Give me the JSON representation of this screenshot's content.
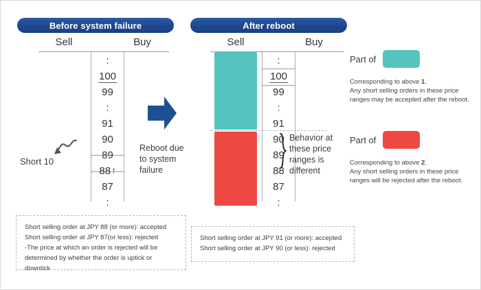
{
  "panels": {
    "before": {
      "title": "Before system failure",
      "columns": {
        "sell": "Sell",
        "buy": "Buy"
      },
      "ladder": [
        {
          "value": ":",
          "type": "dots"
        },
        {
          "value": "100",
          "type": "underlined"
        },
        {
          "value": "99",
          "type": "price"
        },
        {
          "value": ":",
          "type": "dots"
        },
        {
          "value": "91",
          "type": "price"
        },
        {
          "value": "90",
          "type": "price"
        },
        {
          "value": "89",
          "type": "price"
        },
        {
          "value": "88",
          "type": "price-uptick"
        },
        {
          "value": "87",
          "type": "price"
        },
        {
          "value": ":",
          "type": "dots"
        }
      ],
      "uptick_marker": "↑",
      "annotation": "Short 10"
    },
    "after": {
      "title": "After reboot",
      "columns": {
        "sell": "Sell",
        "buy": "Buy"
      },
      "ladder": [
        {
          "value": ":",
          "type": "dots"
        },
        {
          "value": "100",
          "type": "underlined"
        },
        {
          "value": "99",
          "type": "price"
        },
        {
          "value": ":",
          "type": "dots"
        },
        {
          "value": "91",
          "type": "price"
        },
        {
          "value": "90",
          "type": "price"
        },
        {
          "value": "89",
          "type": "price"
        },
        {
          "value": "88",
          "type": "price"
        },
        {
          "value": "87",
          "type": "price"
        },
        {
          "value": ":",
          "type": "dots"
        }
      ],
      "behavior_note": "Behavior at these price ranges is different"
    }
  },
  "transition": {
    "arrow_icon": "right-arrow-icon",
    "caption": "Reboot due to system failure"
  },
  "legend": [
    {
      "label": "Part of",
      "color": "#55c4bf",
      "swatch_name": "teal-swatch",
      "line1_prefix": "Corresponding to above ",
      "line1_number": "1",
      "line1_suffix": ".",
      "line2": "Any short selling orders in these price ranges may be accepted after the reboot."
    },
    {
      "label": "Part of",
      "color": "#ee4843",
      "swatch_name": "red-swatch",
      "line1_prefix": "Corresponding to above ",
      "line1_number": "2",
      "line1_suffix": ".",
      "line2": "Any short selling orders in these price ranges will be rejected after the reboot."
    }
  ],
  "notes": {
    "left": [
      "Short selling order at JPY 88 (or more): accepted",
      "Short selling order at JPY 87(or less): rejected",
      "-The price at which an order is rejected will be determined by whether the order is uptick or downtick"
    ],
    "right": [
      "Short selling order at JPY 91 (or more): accepted",
      "Short selling order at JPY 90 (or less): rejected"
    ]
  },
  "colors": {
    "header_blue": "#1d478c",
    "teal": "#55c4bf",
    "red": "#ee4843",
    "arrow_blue": "#1d4f93",
    "rule_grey": "#9a9a9a"
  }
}
